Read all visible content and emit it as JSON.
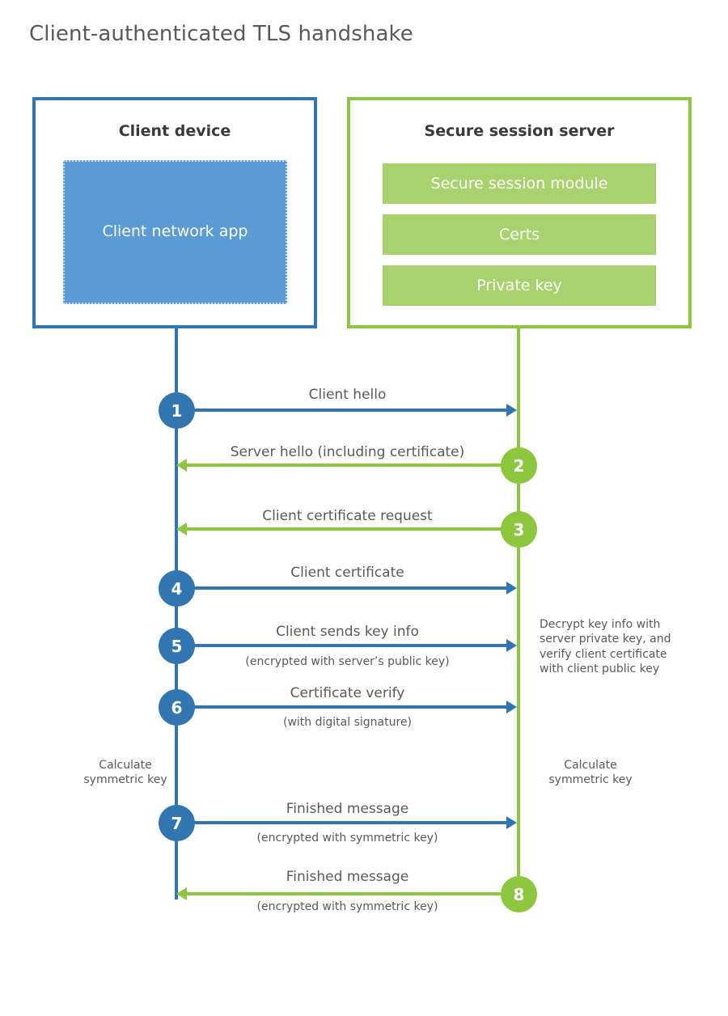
{
  "title": "Client-authenticated TLS handshake",
  "parties": {
    "client": {
      "title": "Client device",
      "app_label": "Client network app"
    },
    "server": {
      "title": "Secure session server",
      "modules": [
        {
          "label": "Secure session module"
        },
        {
          "label": "Certs"
        },
        {
          "label": "Private key"
        }
      ]
    }
  },
  "steps": [
    {
      "number": "1",
      "label": "Client hello",
      "sublabel": "",
      "direction": "client-to-server",
      "color": "blue"
    },
    {
      "number": "2",
      "label": "Server hello (including certificate)",
      "sublabel": "",
      "direction": "server-to-client",
      "color": "green"
    },
    {
      "number": "3",
      "label": "Client certificate request",
      "sublabel": "",
      "direction": "server-to-client",
      "color": "green"
    },
    {
      "number": "4",
      "label": "Client certificate",
      "sublabel": "",
      "direction": "client-to-server",
      "color": "blue"
    },
    {
      "number": "5",
      "label": "Client sends key info",
      "sublabel": "(encrypted with server’s public key)",
      "direction": "client-to-server",
      "color": "blue"
    },
    {
      "number": "6",
      "label": "Certificate verify",
      "sublabel": "(with digital signature)",
      "direction": "client-to-server",
      "color": "blue"
    },
    {
      "number": "7",
      "label": "Finished message",
      "sublabel": "(encrypted with symmetric key)",
      "direction": "client-to-server",
      "color": "blue"
    },
    {
      "number": "8",
      "label": "Finished message",
      "sublabel": "(encrypted with symmetric key)",
      "direction": "server-to-client",
      "color": "green"
    }
  ],
  "annotations": {
    "server_decrypt": "Decrypt key info with server private key, and verify client certificate with client public key",
    "client_calc_symmetric": "Calculate symmetric key",
    "server_calc_symmetric": "Calculate symmetric key"
  },
  "colors": {
    "client_blue": "#3276b1",
    "client_app_fill": "#5b9bd5",
    "server_green": "#8dc63f",
    "server_bar_fill": "#a8d26d",
    "text_gray": "#58595b"
  }
}
